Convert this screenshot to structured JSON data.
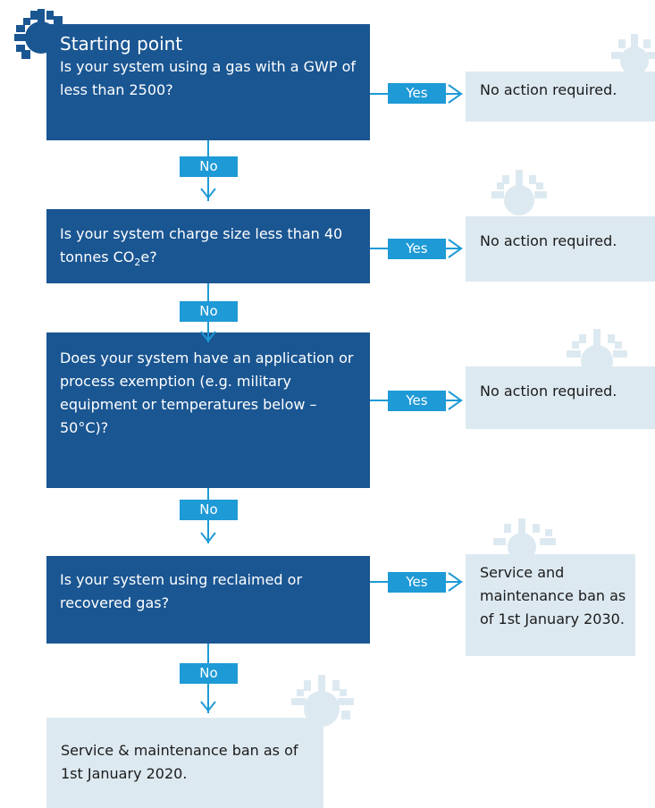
{
  "start": {
    "title": "Starting point",
    "question": "Is your system using a gas with a GWP of less than 2500?"
  },
  "q2": {
    "before": "Is your system charge size less than 40 tonnes CO",
    "sub": "2",
    "after": "e?"
  },
  "q3": {
    "question": "Does your system have an application or process exemption (e.g. military equipment or temperatures below –50°C)?"
  },
  "q4": {
    "question": "Is your system using reclaimed or recovered gas?"
  },
  "outcomes": {
    "a1": "No action required.",
    "a2": "No action required.",
    "a3": "No action required.",
    "a4": "Service and maintenance ban as of 1st January 2030.",
    "final": "Service & maintenance ban as of 1st January 2020."
  },
  "labels": {
    "yes": "Yes",
    "no": "No"
  },
  "colors": {
    "question_box": "#1a5692",
    "answer_box": "#dde9f1",
    "connector": "#1e9ad6",
    "decoration": "#dde9f1"
  },
  "icons": {
    "decoration": "snowflake-icon",
    "connector_arrow": "chevron-arrow-icon"
  }
}
